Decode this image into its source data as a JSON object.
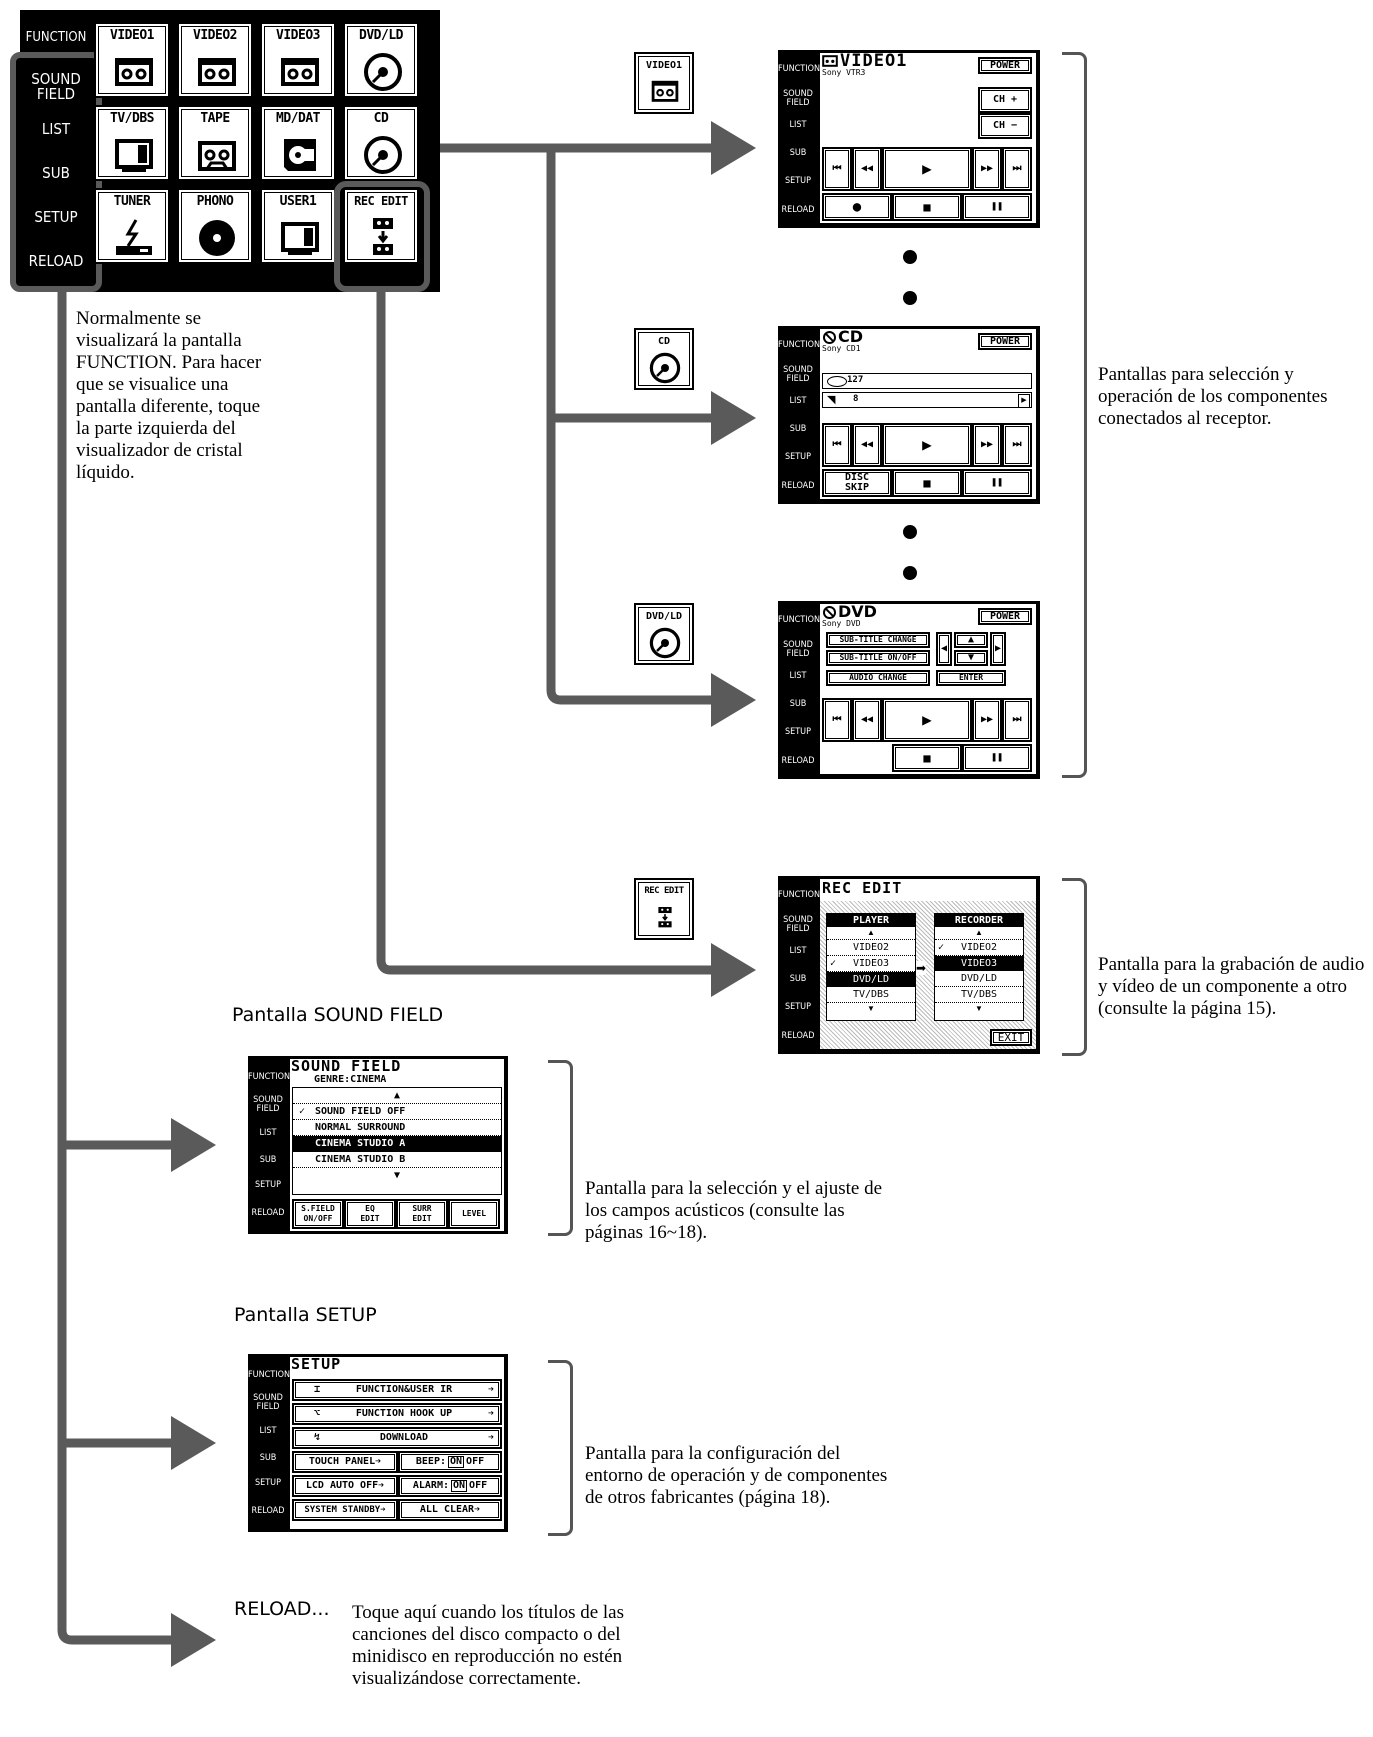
{
  "function_panel": {
    "corner_label": "FUNCTION",
    "side_menu": [
      "SOUND FIELD",
      "LIST",
      "SUB",
      "SETUP",
      "RELOAD"
    ],
    "tiles": [
      "VIDEO1",
      "VIDEO2",
      "VIDEO3",
      "DVD/LD",
      "TV/DBS",
      "TAPE",
      "MD/DAT",
      "CD",
      "TUNER",
      "PHONO",
      "USER1",
      "REC EDIT"
    ]
  },
  "function_note": "Normalmente se visualizará la pantalla FUNCTION. Para hacer que se visualice una pantalla diferente, toque la parte izquierda del visualizador de cristal líquido.",
  "lcd_side": [
    "FUNCTION",
    "SOUND FIELD",
    "LIST",
    "SUB",
    "SETUP",
    "RELOAD"
  ],
  "video1_screen": {
    "icon_label": "VIDEO1",
    "title": "VIDEO1",
    "subtitle": "Sony VTR3",
    "power": "POWER",
    "ch_up": "CH +",
    "ch_down": "CH −"
  },
  "cd_screen": {
    "icon_label": "CD",
    "title": "CD",
    "subtitle": "Sony CD1",
    "power": "POWER",
    "disc_count": "127",
    "track": "8",
    "disc_skip": "DISC SKIP"
  },
  "dvd_screen": {
    "icon_label": "DVD/LD",
    "title": "DVD",
    "subtitle": "Sony DVD",
    "power": "POWER",
    "subtitle_change": "SUB-TITLE CHANGE",
    "subtitle_onoff": "SUB-TITLE ON/OFF",
    "audio_change": "AUDIO CHANGE",
    "enter": "ENTER"
  },
  "components_caption": "Pantallas para selección y operación de los componentes conectados al receptor.",
  "rec_edit_screen": {
    "icon_label": "REC EDIT",
    "title": "REC EDIT",
    "player": "PLAYER",
    "recorder": "RECORDER",
    "player_items": [
      "VIDEO2",
      "VIDEO3",
      "DVD/LD",
      "TV/DBS"
    ],
    "recorder_items": [
      "VIDEO2",
      "VIDEO3",
      "DVD/LD",
      "TV/DBS"
    ],
    "exit": "EXIT"
  },
  "rec_caption": "Pantalla para la grabación de audio y vídeo de un componente a otro (consulte la página 15).",
  "sound_field_heading": "Pantalla SOUND FIELD",
  "sound_field_screen": {
    "title": "SOUND FIELD",
    "genre": "GENRE:CINEMA",
    "items": [
      "SOUND FIELD OFF",
      "NORMAL SURROUND",
      "CINEMA STUDIO A",
      "CINEMA STUDIO B"
    ],
    "buttons": [
      "S.FIELD ON/OFF",
      "EQ EDIT",
      "SURR EDIT",
      "LEVEL"
    ]
  },
  "sound_field_caption": "Pantalla para la selección y el ajuste de los campos acústicos (consulte las páginas 16~18).",
  "setup_heading": "Pantalla SETUP",
  "setup_screen": {
    "title": "SETUP",
    "rows": [
      "FUNCTION&USER IR",
      "FUNCTION HOOK UP",
      "DOWNLOAD"
    ],
    "touch_panel": "TOUCH PANEL",
    "beep": "BEEP:",
    "on": "ON",
    "off": "OFF",
    "lcd_auto_off": "LCD AUTO OFF",
    "alarm": "ALARM:",
    "system_standby": "SYSTEM STANDBY",
    "all_clear": "ALL CLEAR"
  },
  "setup_caption": "Pantalla para la configuración del entorno de operación y de componentes de otros fabricantes (página 18).",
  "reload_label": "RELOAD...",
  "reload_caption": "Toque aquí cuando los títulos de las canciones del disco compacto o del minidisco en reproducción no estén visualizándose correctamente."
}
